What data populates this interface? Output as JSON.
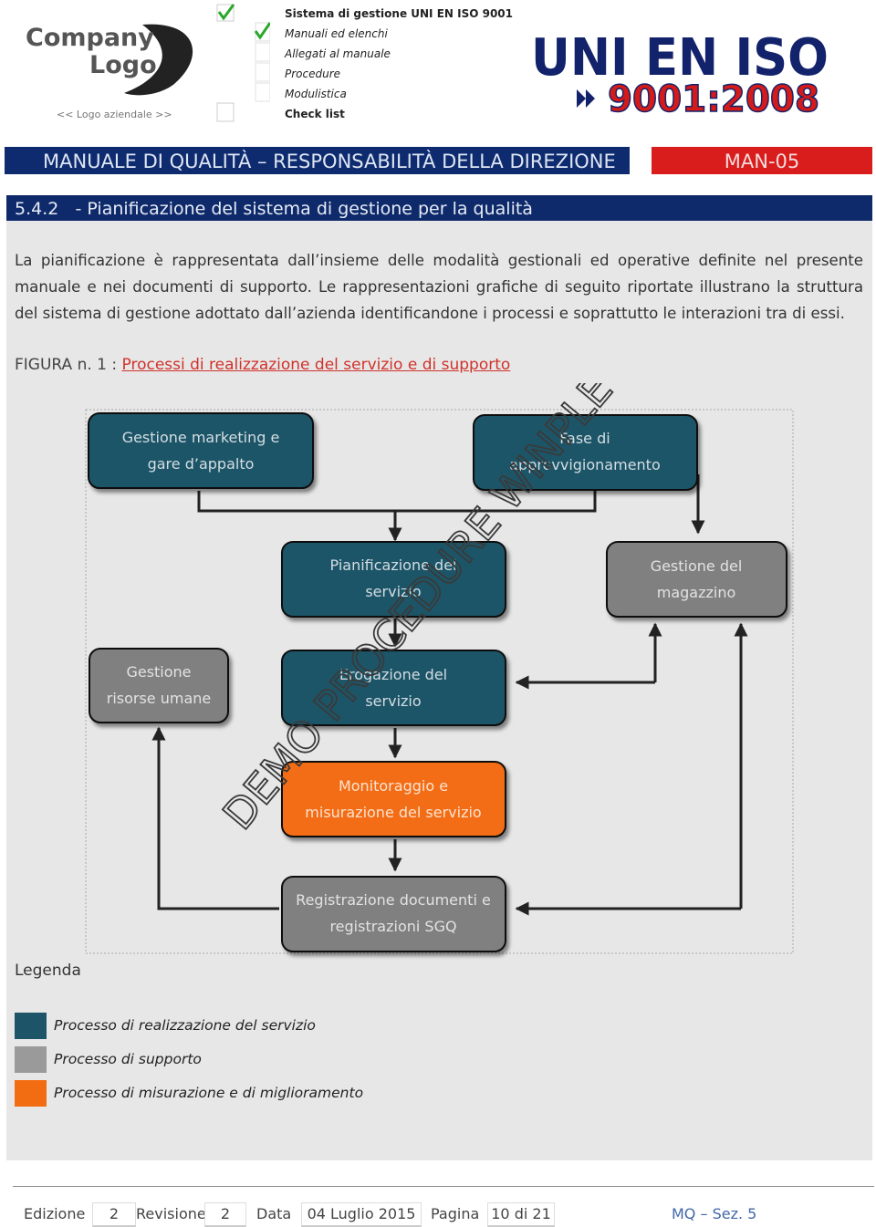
{
  "header": {
    "company_logo_text": "Company Logo",
    "logo_note": "<< Logo aziendale >>",
    "menu": [
      {
        "label": "Sistema di gestione UNI EN ISO 9001",
        "checked": true
      },
      {
        "label": "Manuali ed elenchi",
        "checked": true
      },
      {
        "label": "Allegati al manuale",
        "checked": false
      },
      {
        "label": "Procedure",
        "checked": false
      },
      {
        "label": "Modulistica",
        "checked": false
      },
      {
        "label": "Check list",
        "checked": false
      }
    ],
    "iso_top": "UNI EN ISO",
    "iso_bottom": "9001:2008"
  },
  "title": "MANUALE DI QUALITÀ – RESPONSABILITÀ DELLA DIREZIONE",
  "code": "MAN-05",
  "section": {
    "number": "5.4.2",
    "title": "- Pianificazione del sistema di gestione per la qualità"
  },
  "paragraph": "La pianificazione è rappresentata dall’insieme delle modalità gestionali ed operative definite nel presente manuale e nei documenti di supporto. Le rappresentazioni grafiche di seguito riportate illustrano la struttura del sistema di gestione adottato dall’azienda identificandone i processi e soprattutto le interazioni tra di essi.",
  "figure": {
    "prefix": "FIGURA n. 1 :",
    "link": "Processi di realizzazione del servizio e di supporto"
  },
  "diagram": {
    "watermark": "DEMO PROCEDURE WINPLE",
    "boxes": {
      "marketing": [
        "Gestione marketing e",
        "gare d’appalto"
      ],
      "approvvigionamento": [
        "Fase di",
        "approvvigionamento"
      ],
      "pianificazione": [
        "Pianificazione del",
        "servizio"
      ],
      "magazzino": [
        "Gestione del",
        "magazzino"
      ],
      "risorse": [
        "Gestione",
        "risorse umane"
      ],
      "erogazione": [
        "Erogazione del",
        "servizio"
      ],
      "monitoraggio": [
        "Monitoraggio e",
        "misurazione del servizio"
      ],
      "registrazione": [
        "Registrazione documenti e",
        "registrazioni SGQ"
      ]
    },
    "colors": {
      "teal": "#1e5468",
      "gray": "#808080",
      "orange": "#f26d12"
    }
  },
  "legend": {
    "title": "Legenda",
    "items": [
      {
        "label": "Processo di realizzazione del servizio",
        "color": "#1e5468"
      },
      {
        "label": "Processo di supporto",
        "color": "#9a9a9a"
      },
      {
        "label": "Processo di misurazione e di miglioramento",
        "color": "#f26d12"
      }
    ]
  },
  "footer": {
    "edizione_label": "Edizione",
    "edizione": "2",
    "revisione_label": "Revisione",
    "revisione": "2",
    "data_label": "Data",
    "data": "04 Luglio 2015",
    "pagina_label": "Pagina",
    "pagina": "10 di 21",
    "section_ref": "MQ – Sez. 5"
  }
}
